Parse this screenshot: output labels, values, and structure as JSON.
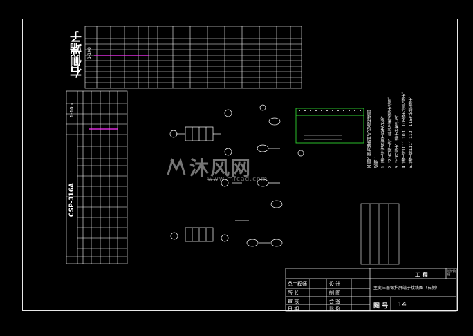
{
  "right_terminal": {
    "title": "右侧端子",
    "strip_id": "1-1X0"
  },
  "left_terminal": {
    "strip_id": "1-10n",
    "model": "CSP-316A"
  },
  "notes": [
    "本图下侧为辅助电气设备接线图",
    "说明：",
    "1. 端子排按照施工要求分配。",
    "2. \"Z\"为端子排，具体位置见端子排图。",
    "3. \"*\"为端子，端子分布详见。",
    "4. 端子排101、103、105等为信号端子。",
    "5. 端子排111、113、115为控制端子。"
  ],
  "title_block": {
    "project_label": "工 程",
    "stage_label": "设计阶段",
    "rows": [
      {
        "left": "总工程师",
        "mid": "设 计"
      },
      {
        "left": "所 长",
        "mid": "制 图"
      },
      {
        "left": "审 核",
        "mid": "会 签"
      },
      {
        "left": "日 期",
        "mid": "比 例"
      }
    ],
    "drawing_title": "主变压器保护屏端子接线图（右侧）",
    "drawing_no_label": "图 号",
    "drawing_no": "14"
  },
  "watermark": {
    "text": "沐风网",
    "url": "www.mfcad.com"
  },
  "colors": {
    "background": "#000000",
    "lines": "#ffffff",
    "highlight": "#ff33ff",
    "green_box": "#2fd12f"
  }
}
